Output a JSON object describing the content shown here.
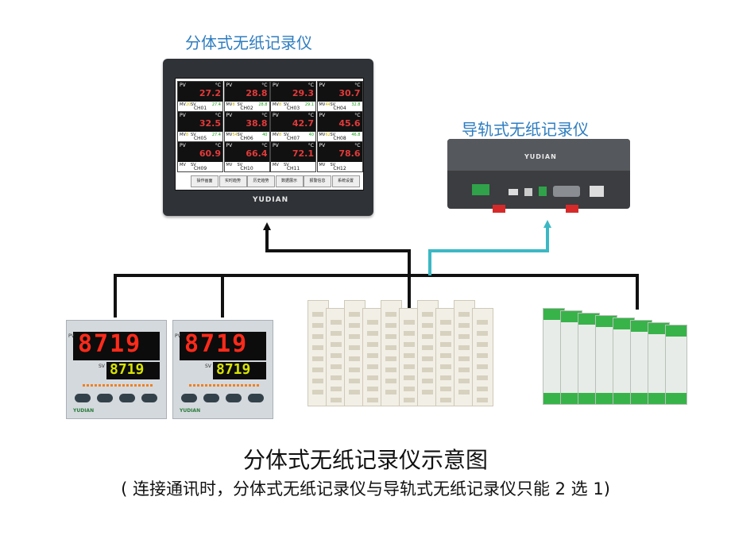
{
  "labels": {
    "panel_recorder": "分体式无纸记录仪",
    "rail_recorder": "导轨式无纸记录仪",
    "title": "分体式无纸记录仪示意图",
    "note": "( 连接通讯时，分体式无纸记录仪与导轨式无纸记录仪只能 2 选 1)"
  },
  "screen": {
    "pv_label": "PV",
    "unit": "°C",
    "mv_label": "MV",
    "sv_label": "SV",
    "channels": [
      {
        "name": "CH01",
        "value": "27.2",
        "mv": "20",
        "sv": "27.4"
      },
      {
        "name": "CH02",
        "value": "28.8",
        "mv": "8",
        "sv": "28.8"
      },
      {
        "name": "CH03",
        "value": "29.3",
        "mv": "8",
        "sv": "29.1"
      },
      {
        "name": "CH04",
        "value": "30.7",
        "mv": "44",
        "sv": "32.8"
      },
      {
        "name": "CH05",
        "value": "32.5",
        "mv": "8",
        "sv": "27.4"
      },
      {
        "name": "CH06",
        "value": "38.8",
        "mv": "54",
        "sv": "40"
      },
      {
        "name": "CH07",
        "value": "42.7",
        "mv": "8",
        "sv": "40"
      },
      {
        "name": "CH08",
        "value": "45.6",
        "mv": "62",
        "sv": "46.8"
      },
      {
        "name": "CH09",
        "value": "60.9",
        "mv": "",
        "sv": ""
      },
      {
        "name": "CH10",
        "value": "66.4",
        "mv": "",
        "sv": ""
      },
      {
        "name": "CH11",
        "value": "72.1",
        "mv": "",
        "sv": ""
      },
      {
        "name": "CH12",
        "value": "78.6",
        "mv": "",
        "sv": ""
      }
    ],
    "buttons": [
      "操作画面",
      "实时趋势",
      "历史趋势",
      "数据展示",
      "报警信息",
      "系统设置"
    ]
  },
  "brand": "YUDIAN",
  "controller": {
    "pv_label": "PV",
    "sv_label": "SV",
    "pv": "719",
    "sv": "719",
    "colors": {
      "pv": "#ff2a1a",
      "sv": "#d8e400"
    }
  },
  "colors": {
    "connector_black": "#111111",
    "connector_teal": "#3bb8c4",
    "label_blue": "#2e7dc0",
    "module_green": "#38b34a"
  }
}
